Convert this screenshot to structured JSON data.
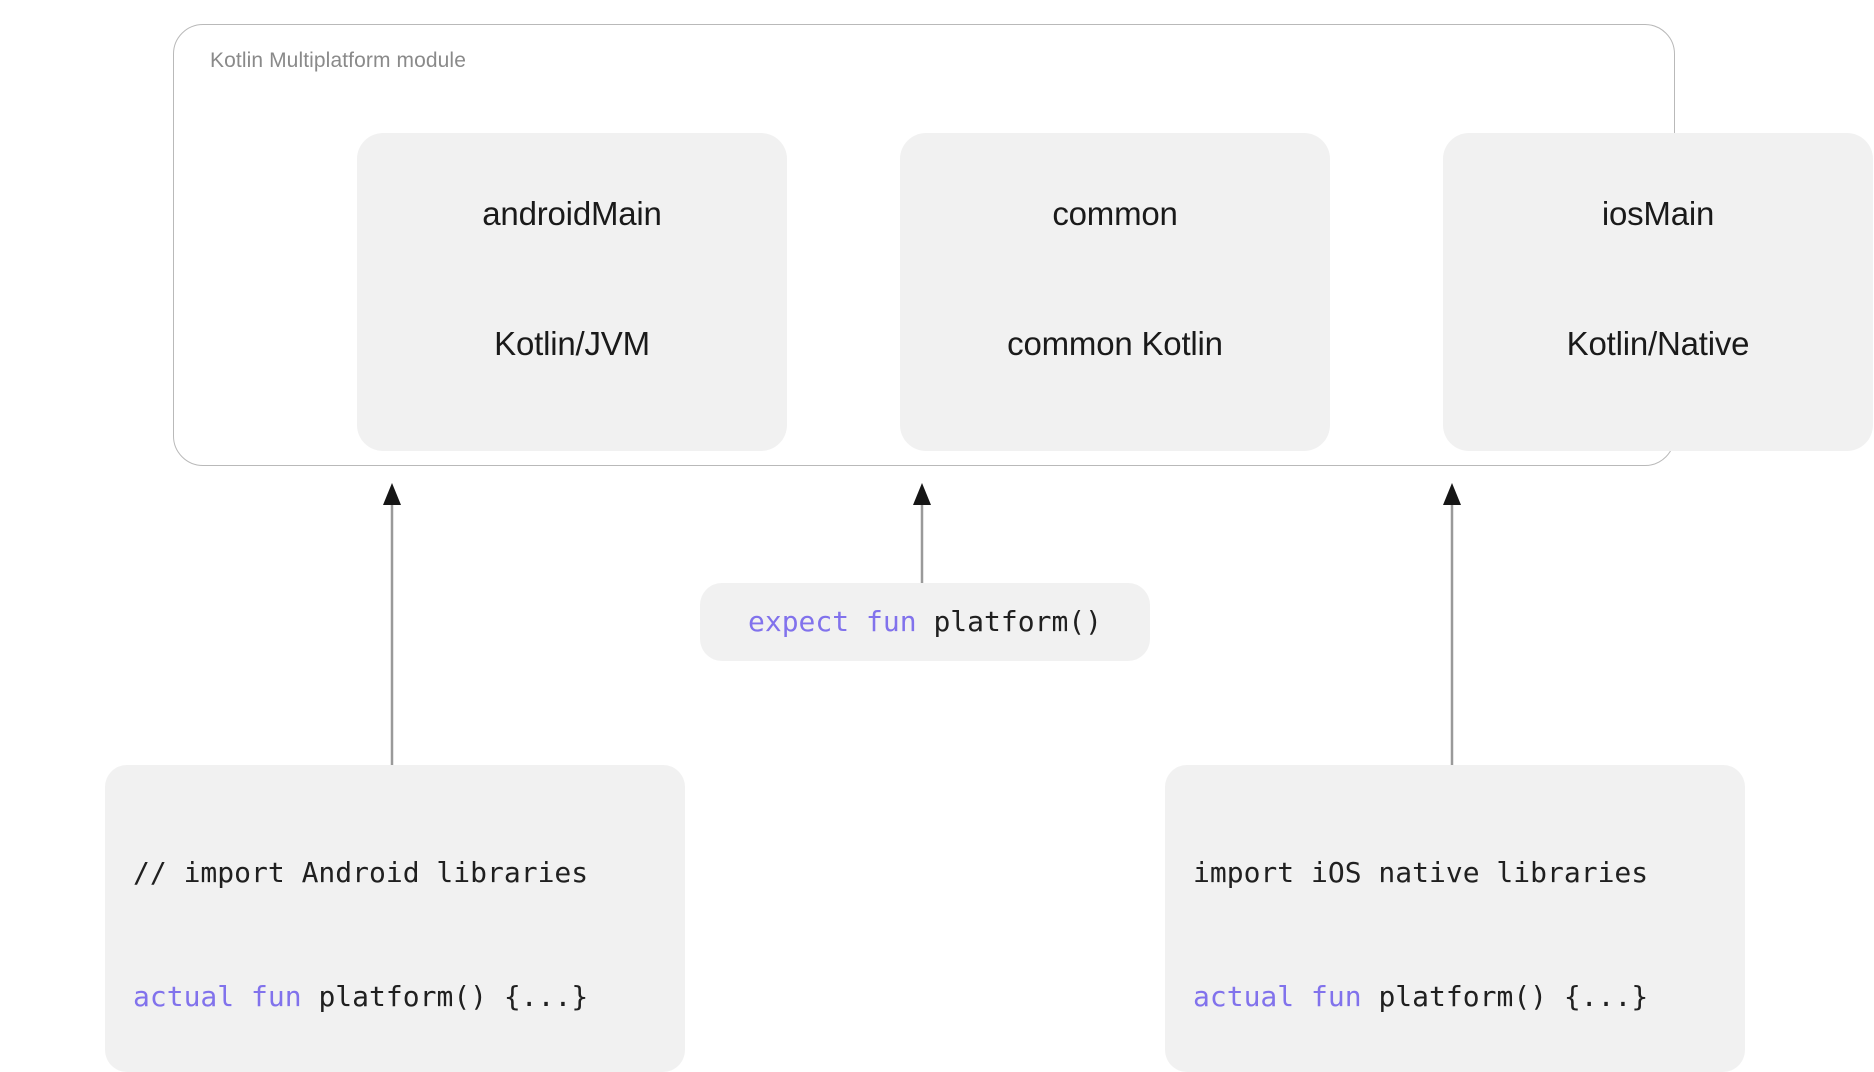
{
  "module": {
    "label": "Kotlin Multiplatform module",
    "border_color": "#b9b9b9",
    "box_fill": "#f1f1f1"
  },
  "source_sets": [
    {
      "name": "androidMain",
      "target": "Kotlin/JVM"
    },
    {
      "name": "common",
      "target": "common Kotlin"
    },
    {
      "name": "iosMain",
      "target": "Kotlin/Native"
    }
  ],
  "code_snippets": {
    "expect": {
      "keyword1": "expect",
      "keyword2": "fun",
      "body": "platform()",
      "full_text": "expect fun platform()"
    },
    "android": {
      "comment_line": "// import Android libraries",
      "keyword1": "actual",
      "keyword2": "fun",
      "body": "platform() {...}",
      "full_text": "// import Android libraries\nactual fun platform() {...}"
    },
    "ios": {
      "comment_line": "import iOS native libraries",
      "keyword1": "actual",
      "keyword2": "fun",
      "body": "platform() {...}",
      "full_text": "import iOS native libraries\nactual fun platform() {...}"
    }
  },
  "colors": {
    "keyword": "#8172ec",
    "code_text": "#202020",
    "chip_background": "#f1f1f1",
    "label_gray": "#8a8a8a",
    "arrow": "#9a9a9a",
    "arrow_head": "#1a1a1a"
  },
  "arrows": [
    {
      "name": "android-actual-to-androidmain",
      "from": "android code snippet",
      "to": "androidMain"
    },
    {
      "name": "expect-to-common",
      "from": "expect snippet",
      "to": "common"
    },
    {
      "name": "ios-actual-to-iosmain",
      "from": "ios code snippet",
      "to": "iosMain"
    }
  ]
}
